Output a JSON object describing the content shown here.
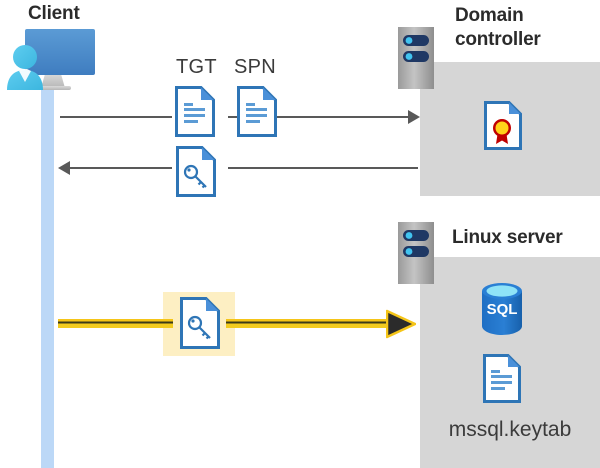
{
  "diagram": {
    "title_client": "Client",
    "title_domain_controller_line1": "Domain",
    "title_domain_controller_line2": "controller",
    "title_linux_server": "Linux server"
  },
  "labels": {
    "tgt": "TGT",
    "spn": "SPN",
    "keytab_file": "mssql.keytab"
  },
  "icons": {
    "client": "client-computer-icon",
    "domain_controller_rack": "server-rack-icon",
    "linux_server_rack": "server-rack-icon",
    "tgt_document": "document-icon",
    "spn_document": "document-icon",
    "ticket_key_document_request": "key-document-icon",
    "ticket_key_document_presented": "key-document-icon",
    "certificate": "certificate-document-icon",
    "sql_database": "sql-database-icon",
    "keytab_document": "document-icon",
    "arrow_to_dc": "arrow-right-icon",
    "arrow_from_dc": "arrow-left-icon",
    "arrow_to_linux": "arrow-right-highlight-icon"
  },
  "colors": {
    "panel_gray": "#d6d6d6",
    "lifeline_blue": "#bcd8f7",
    "arrow_gray": "#595959",
    "highlight_yellow": "#fdefc3",
    "arrow_yellow": "#f5c518",
    "doc_blue": "#2e75b6",
    "sql_blue": "#1f6fc4",
    "title_text": "#2b2b2b"
  }
}
